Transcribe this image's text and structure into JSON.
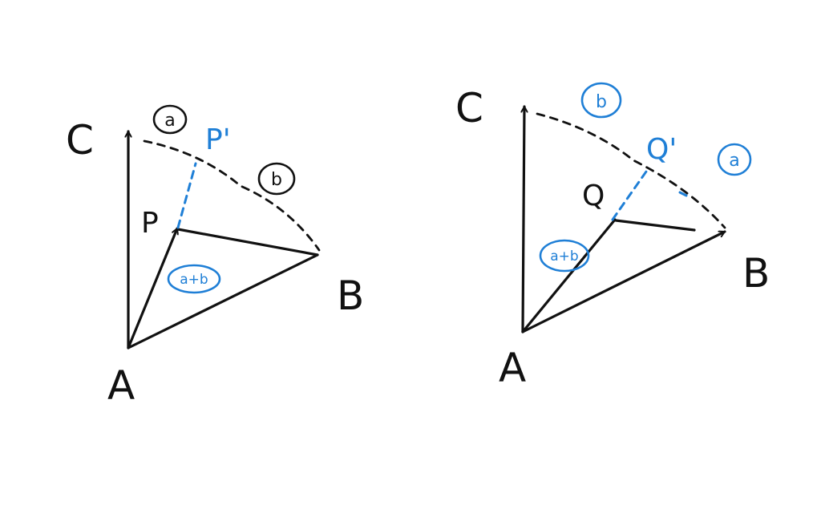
{
  "left": {
    "vertex_a": "A",
    "vertex_b": "B",
    "vertex_c": "C",
    "point_p": "P",
    "point_p_prime": "P'",
    "ratio_a": "a",
    "ratio_b": "b",
    "sum_label": "a+b"
  },
  "right": {
    "vertex_a": "A",
    "vertex_b": "B",
    "vertex_c": "C",
    "point_q": "Q",
    "point_q_prime": "Q'",
    "ratio_b": "b",
    "ratio_a": "a",
    "sum_label": "a+b"
  },
  "colors": {
    "ink": "#111111",
    "accent_blue": "#1f7fd6"
  }
}
